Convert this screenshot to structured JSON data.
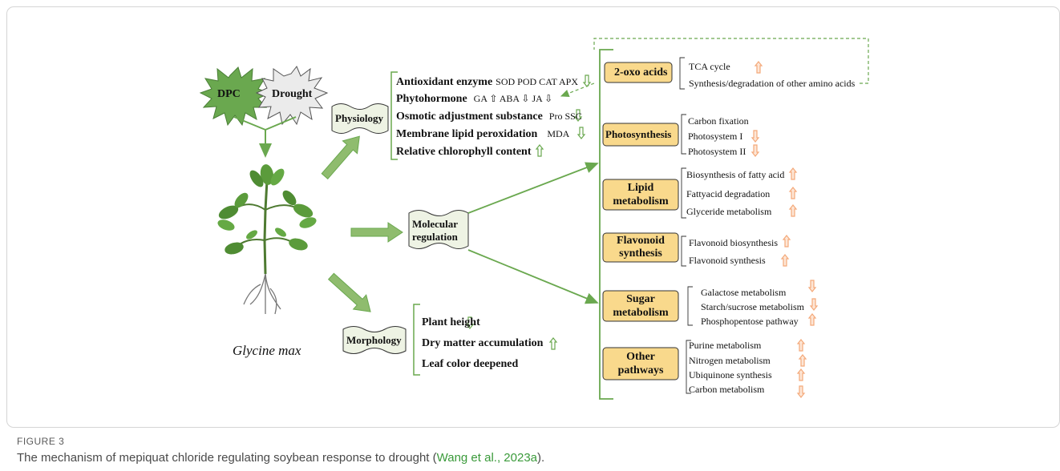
{
  "sources": {
    "dpc": "DPC",
    "drought": "Drought"
  },
  "plant": {
    "species": "Glycine max"
  },
  "categories": {
    "physiology": "Physiology",
    "molecular": "Molecular\nregulation",
    "morphology": "Morphology"
  },
  "physiology": {
    "items": [
      {
        "label": "Antioxidant enzyme",
        "detail": "SOD POD CAT APX"
      },
      {
        "label": "Phytohormone",
        "detail": "GA ⇧ ABA ⇩ JA ⇩"
      },
      {
        "label": "Osmotic adjustment substance",
        "detail": "Pro SSC"
      },
      {
        "label": "Membrane lipid peroxidation",
        "detail": "MDA"
      },
      {
        "label": "Relative chlorophyll content",
        "detail": ""
      }
    ]
  },
  "morphology": {
    "items": [
      "Plant height",
      "Dry matter accumulation",
      "Leaf color deepened"
    ]
  },
  "molecular": {
    "groups": [
      {
        "name": "2-oxo acids",
        "items": [
          "TCA cycle",
          "Synthesis/degradation of other amino acids"
        ]
      },
      {
        "name": "Photosynthesis",
        "items": [
          "Carbon fixation",
          "Photosystem I",
          "Photosystem II"
        ]
      },
      {
        "name": "Lipid\nmetabolism",
        "items": [
          "Biosynthesis of fatty acid",
          "Fattyacid degradation",
          "Glyceride metabolism"
        ]
      },
      {
        "name": "Flavonoid\nsynthesis",
        "items": [
          "Flavonoid biosynthesis",
          "Flavonoid synthesis"
        ]
      },
      {
        "name": "Sugar\nmetabolism",
        "items": [
          "Galactose metabolism",
          "Starch/sucrose metabolism",
          "Phosphopentose pathway"
        ]
      },
      {
        "name": "Other\npathways",
        "items": [
          "Purine metabolism",
          "Nitrogen metabolism",
          "Ubiquinone synthesis",
          "Carbon metabolism"
        ]
      }
    ]
  },
  "caption": {
    "label": "FIGURE 3",
    "text": "The mechanism of mepiquat chloride regulating soybean response to drought (",
    "citation": "Wang et al., 2023a",
    "end": ")."
  },
  "colors": {
    "green": "#6aa84f",
    "box_fill": "#f9d98c",
    "wave_fill": "#eef3e4",
    "up_arrow": "#f4a97a"
  }
}
